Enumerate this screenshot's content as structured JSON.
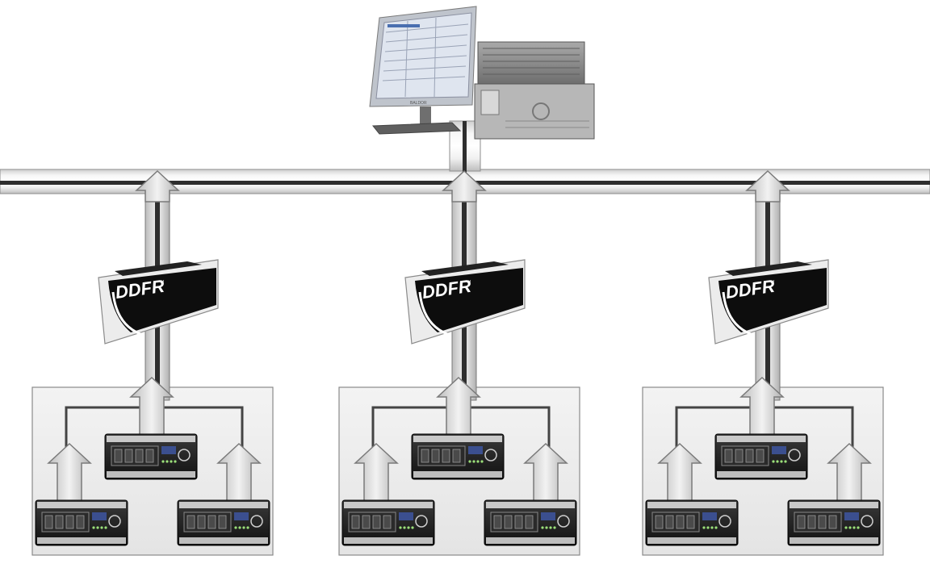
{
  "diagram": {
    "recorder_label": "DDFR",
    "recorder_mark": "™",
    "monitor_brand": "BALDOR",
    "colors": {
      "bus_outer": "#9a9a9a",
      "bus_inner": "#f4f4f4",
      "bus_core": "#2e2e2e",
      "arrow_fill": "#d9d9d9",
      "arrow_edge": "#7a7a7a",
      "cable": "#444444",
      "panel_fill": "#efefef",
      "panel_edge": "#8a8a8a",
      "recorder_body": "#0d0d0d",
      "recorder_plate": "#e8e8e8",
      "relay_body": "#1a1a1a",
      "relay_silver": "#c9c9c9",
      "server_gray": "#8c8c8c",
      "monitor_screen": "#dfe5ef"
    },
    "substations": [
      {
        "name": "substation-left",
        "relays": 3
      },
      {
        "name": "substation-center",
        "relays": 3
      },
      {
        "name": "substation-right",
        "relays": 3
      }
    ]
  }
}
